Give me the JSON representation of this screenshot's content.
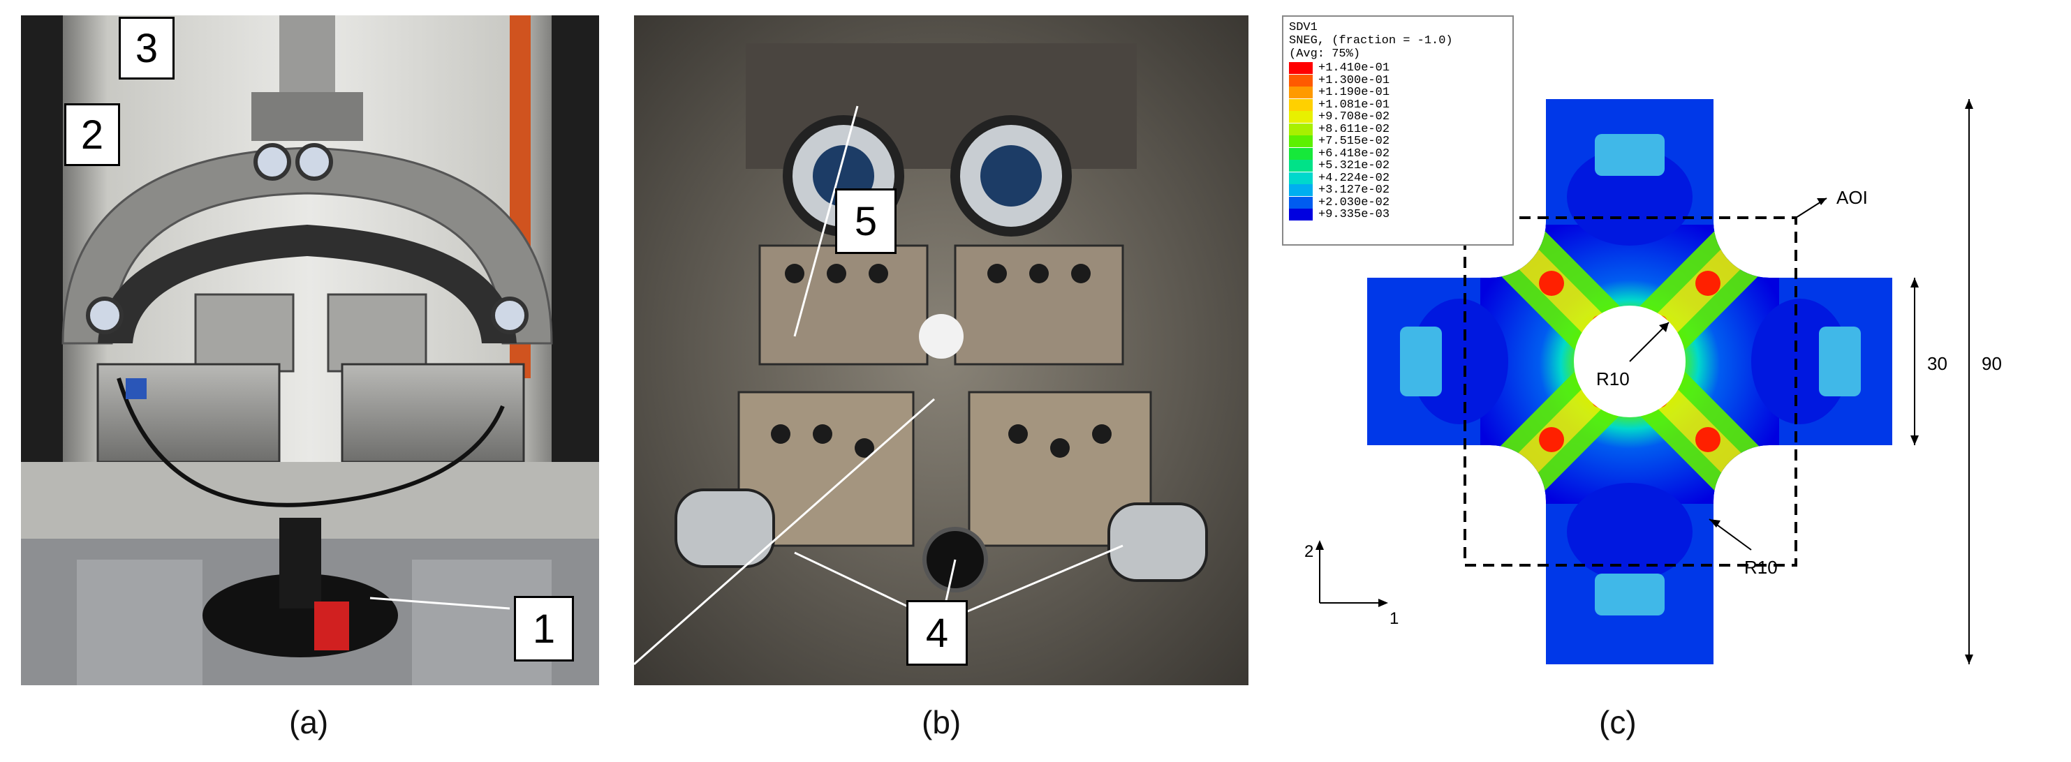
{
  "panels": {
    "a": {
      "caption": "(a)",
      "labels": {
        "frame_top": "3",
        "arm": "2",
        "camera": "1"
      }
    },
    "b": {
      "caption": "(b)",
      "labels": {
        "specimen": "5",
        "actuators": "4"
      }
    },
    "c": {
      "caption": "(c)"
    }
  },
  "legend": {
    "title_lines": [
      "SDV1",
      "SNEG, (fraction = -1.0)",
      "(Avg: 75%)"
    ],
    "entries": [
      {
        "value": "+1.410e-01",
        "color": "#ff0000"
      },
      {
        "value": "+1.300e-01",
        "color": "#ff5a00"
      },
      {
        "value": "+1.190e-01",
        "color": "#ff9a00"
      },
      {
        "value": "+1.081e-01",
        "color": "#ffd000"
      },
      {
        "value": "+9.708e-02",
        "color": "#e8f000"
      },
      {
        "value": "+8.611e-02",
        "color": "#a8f000"
      },
      {
        "value": "+7.515e-02",
        "color": "#5cf000"
      },
      {
        "value": "+6.418e-02",
        "color": "#16e83a"
      },
      {
        "value": "+5.321e-02",
        "color": "#00e288"
      },
      {
        "value": "+4.224e-02",
        "color": "#00d8cc"
      },
      {
        "value": "+3.127e-02",
        "color": "#00aef0"
      },
      {
        "value": "+2.030e-02",
        "color": "#005cf0"
      },
      {
        "value": "+9.335e-03",
        "color": "#0000e0"
      }
    ]
  },
  "fem": {
    "aoi_label": "AOI",
    "hole_radius_label": "R10",
    "fillet_radius_label": "R10",
    "dim_arm_width": "30",
    "dim_total_width": "90",
    "axis_1": "1",
    "axis_2": "2"
  }
}
